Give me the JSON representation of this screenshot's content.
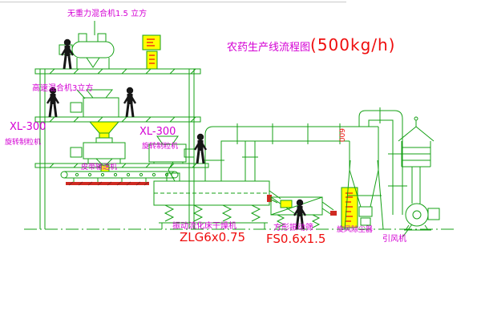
{
  "title": {
    "name": "农药生产线流程图",
    "capacity": "(500kg/h)"
  },
  "equipment": {
    "top_mixer": {
      "label": "无重力混合机1.5 立方"
    },
    "high_speed_mixer": {
      "label": "高速混合机3立方"
    },
    "granulator_left": {
      "model": "XL-300",
      "name": "旋转制粒机"
    },
    "granulator_right": {
      "model": "XL-300",
      "name": "旋转制粒机"
    },
    "belt_conveyor": {
      "label": "皮带输送机"
    },
    "fluid_bed_dryer": {
      "name": "振动流化床干燥机",
      "model": "ZLG6x0.75"
    },
    "vibrating_screen": {
      "name": "方形振动筛",
      "model": "FS0.6x1.5"
    },
    "cyclone": {
      "name": "旋风除尘器",
      "duct_size": "600"
    },
    "fan": {
      "name": "引风机"
    }
  },
  "colors": {
    "line": "#15a015",
    "label": "#d400d4",
    "highlight": "#ef0d0d",
    "equipment_fill": "#ffff00",
    "background": "#ffffff"
  }
}
